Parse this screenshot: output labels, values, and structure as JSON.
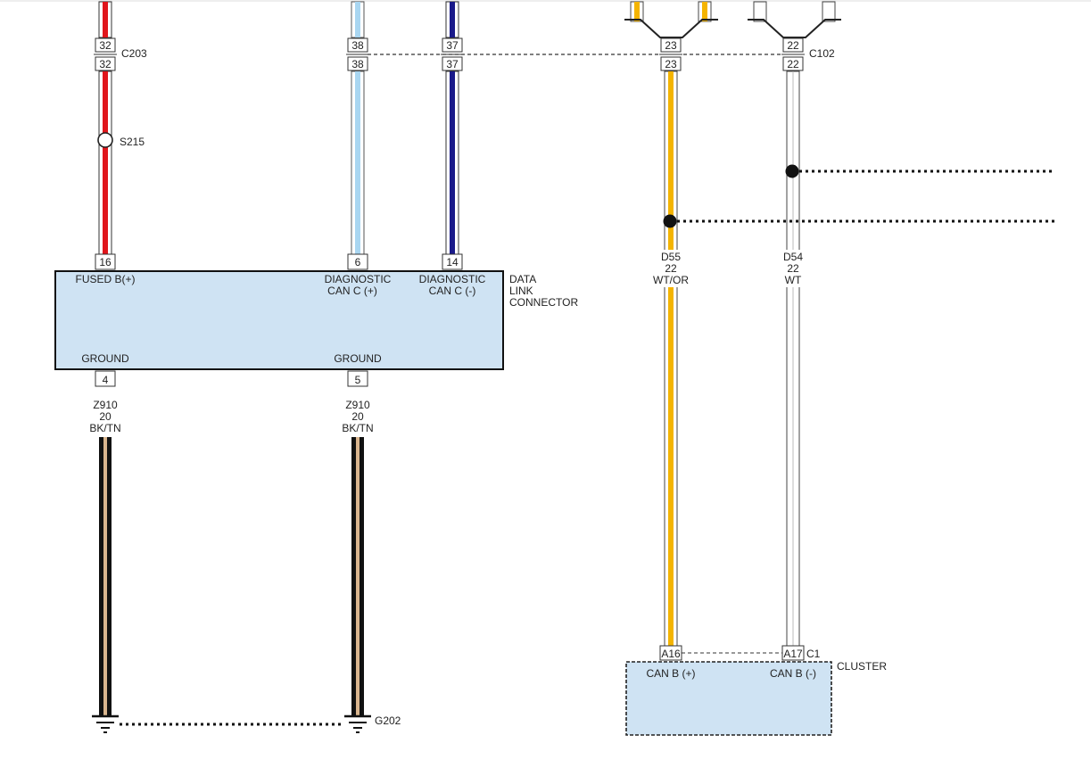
{
  "colors": {
    "red": "#e0161c",
    "light_blue": "#a9d6f1",
    "navy": "#1a1a8a",
    "yellow": "#f4b400",
    "white_wire": "#ffffff",
    "brown_tan": "#b07a50",
    "black": "#111111",
    "module_fill": "#cfe3f3"
  },
  "connectors": {
    "c203": "C203",
    "c102": "C102",
    "c1": "C1"
  },
  "splice": {
    "s215": "S215"
  },
  "grounds": {
    "g202": "G202"
  },
  "pins": {
    "p32_top": "32",
    "p32_bottom": "32",
    "p38_top": "38",
    "p38_bottom": "38",
    "p37_top": "37",
    "p37_bottom": "37",
    "p23_top": "23",
    "p23_bottom": "23",
    "p22_top": "22",
    "p22_bottom": "22",
    "p16": "16",
    "p6": "6",
    "p14": "14",
    "p4": "4",
    "p5": "5",
    "pA16": "A16",
    "pA17": "A17"
  },
  "dlc": {
    "name_line1": "DATA",
    "name_line2": "LINK",
    "name_line3": "CONNECTOR",
    "fused": "FUSED B(+)",
    "diag_pos_line1": "DIAGNOSTIC",
    "diag_pos_line2": "CAN C (+)",
    "diag_neg_line1": "DIAGNOSTIC",
    "diag_neg_line2": "CAN C (-)",
    "ground1": "GROUND",
    "ground2": "GROUND"
  },
  "cluster": {
    "name": "CLUSTER",
    "can_pos": "CAN B (+)",
    "can_neg": "CAN B (-)"
  },
  "wires": {
    "z910_a": {
      "circuit": "Z910",
      "gauge": "20",
      "color": "BK/TN"
    },
    "z910_b": {
      "circuit": "Z910",
      "gauge": "20",
      "color": "BK/TN"
    },
    "d55": {
      "circuit": "D55",
      "gauge": "22",
      "color": "WT/OR"
    },
    "d54": {
      "circuit": "D54",
      "gauge": "22",
      "color": "WT"
    }
  }
}
